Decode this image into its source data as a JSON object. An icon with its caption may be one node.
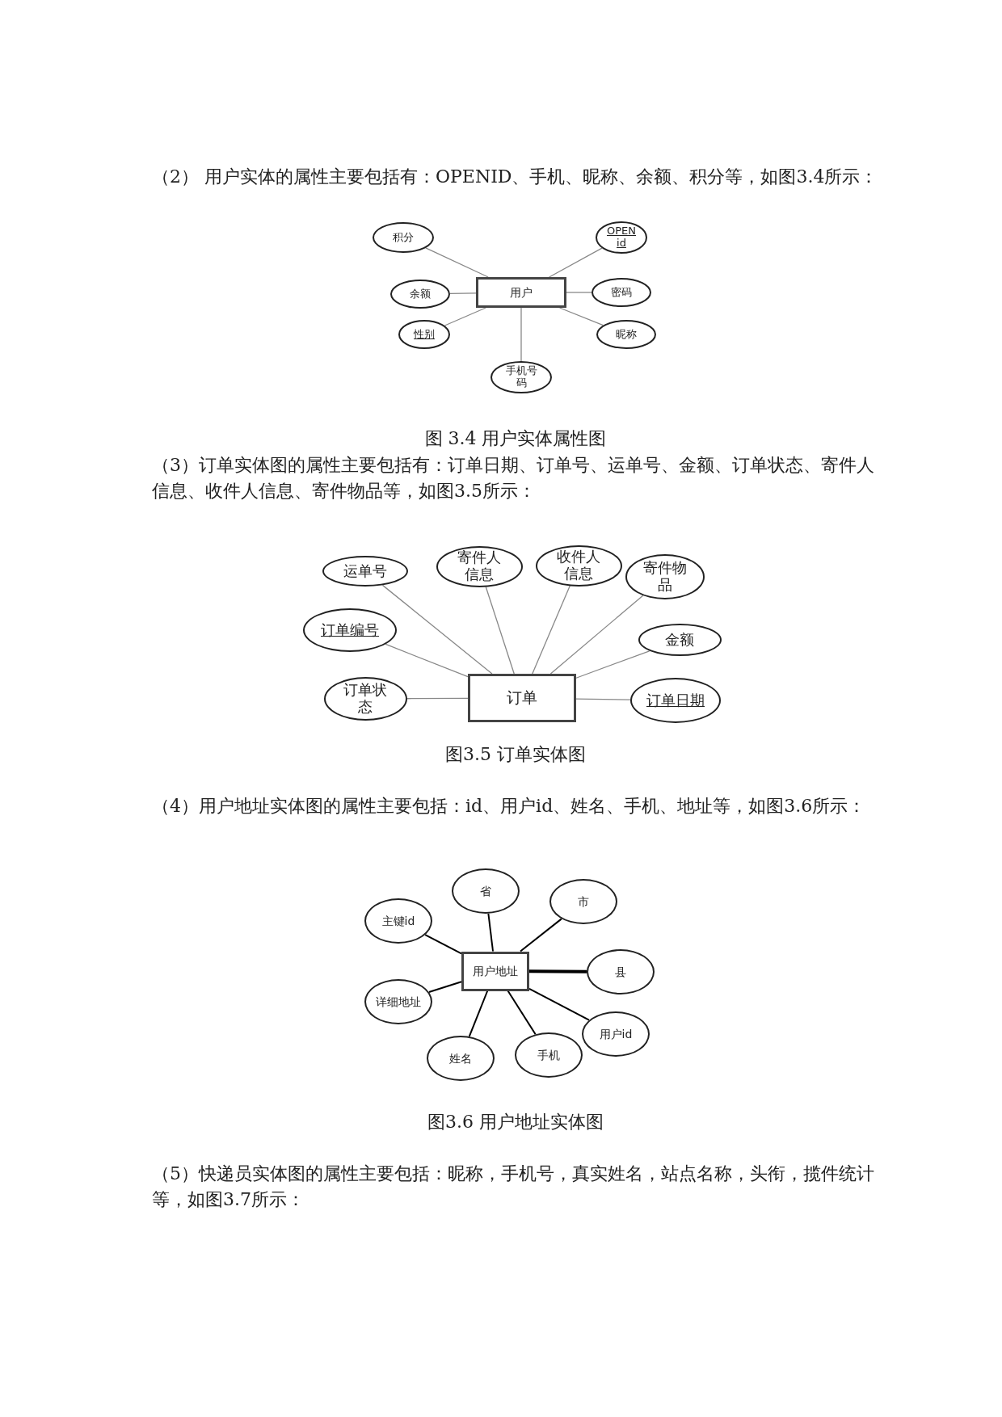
{
  "diagram": {
    "nodes": [
      {
        "text": [
          "用户"
        ]
      },
      {
        "text": [
          "积分"
        ]
      },
      {
        "text": [
          "余额"
        ]
      },
      {
        "text": [
          "性别"
        ]
      },
      {
        "text": [
          "手机号码"
        ]
      },
      {
        "text": [
          "OPEN id"
        ]
      },
      {
        "text": [
          "密码"
        ]
      },
      {
        "text": [
          "昵称"
        ]
      },
      {
        "text": [
          "订单"
        ]
      },
      {
        "text": [
          "运单号"
        ]
      },
      {
        "text": [
          "寄件人信息"
        ]
      },
      {
        "text": [
          "收件人信息"
        ]
      },
      {
        "text": [
          "寄件物品"
        ]
      },
      {
        "text": [
          "订单编号"
        ]
      },
      {
        "text": [
          "金额"
        ]
      },
      {
        "text": [
          "订单状态"
        ]
      },
      {
        "text": [
          "订单日期"
        ]
      },
      {
        "text": [
          "用户地址"
        ]
      },
      {
        "text": [
          "省"
        ]
      },
      {
        "text": [
          "市"
        ]
      },
      {
        "text": [
          "主键id"
        ]
      },
      {
        "text": [
          "县"
        ]
      },
      {
        "text": [
          "详细地址"
        ]
      },
      {
        "text": [
          "用户id"
        ]
      },
      {
        "text": [
          "姓名"
        ]
      },
      {
        "text": [
          "手机"
        ]
      }
    ],
    "edges": [
      {
        "from": 1,
        "to": 0,
        "arrow": "none"
      },
      {
        "from": 2,
        "to": 0,
        "arrow": "none"
      },
      {
        "from": 3,
        "to": 0,
        "arrow": "none"
      },
      {
        "from": 4,
        "to": 0,
        "arrow": "none"
      },
      {
        "from": 5,
        "to": 0,
        "arrow": "none"
      },
      {
        "from": 6,
        "to": 0,
        "arrow": "none"
      },
      {
        "from": 7,
        "to": 0,
        "arrow": "none"
      },
      {
        "from": 9,
        "to": 8,
        "arrow": "none"
      },
      {
        "from": 10,
        "to": 8,
        "arrow": "none"
      },
      {
        "from": 11,
        "to": 8,
        "arrow": "none"
      },
      {
        "from": 12,
        "to": 8,
        "arrow": "none"
      },
      {
        "from": 13,
        "to": 8,
        "arrow": "none"
      },
      {
        "from": 14,
        "to": 8,
        "arrow": "none"
      },
      {
        "from": 15,
        "to": 8,
        "arrow": "none"
      },
      {
        "from": 16,
        "to": 8,
        "arrow": "none"
      },
      {
        "from": 18,
        "to": 17,
        "arrow": "none",
        "color": "#000000"
      },
      {
        "from": 19,
        "to": 17,
        "arrow": "none",
        "color": "#000000"
      },
      {
        "from": 20,
        "to": 17,
        "arrow": "none",
        "color": "#000000"
      },
      {
        "from": 21,
        "to": 17,
        "arrow": "none",
        "color": "#000000",
        "style": "thick"
      },
      {
        "from": 22,
        "to": 17,
        "arrow": "none",
        "color": "#000000"
      },
      {
        "from": 23,
        "to": 17,
        "arrow": "none",
        "color": "#000000"
      },
      {
        "from": 24,
        "to": 17,
        "arrow": "none",
        "color": "#000000"
      },
      {
        "from": 25,
        "to": 17,
        "arrow": "none",
        "color": "#000000"
      }
    ],
    "labels": [
      "（2） 用户实体的属性主要包括有：OPENID、手机、昵称、余额、积分等，如图3.4所示：",
      "图 3.4 用户实体属性图",
      "（3）订单实体图的属性主要包括有：订单日期、订单号、运单号、金额、订单状态、寄件人信息、收件人信息、寄件物品等，如图3.5所示：",
      "图3.5 订单实体图",
      "（4）用户地址实体图的属性主要包括：id、用户id、姓名、手机、地址等，如图3.6所示：",
      "图3.6 用户地址实体图",
      "（5）快递员实体图的属性主要包括：昵称，手机号，真实姓名，站点名称，头衔，揽件统计等，如图3.7所示："
    ]
  }
}
